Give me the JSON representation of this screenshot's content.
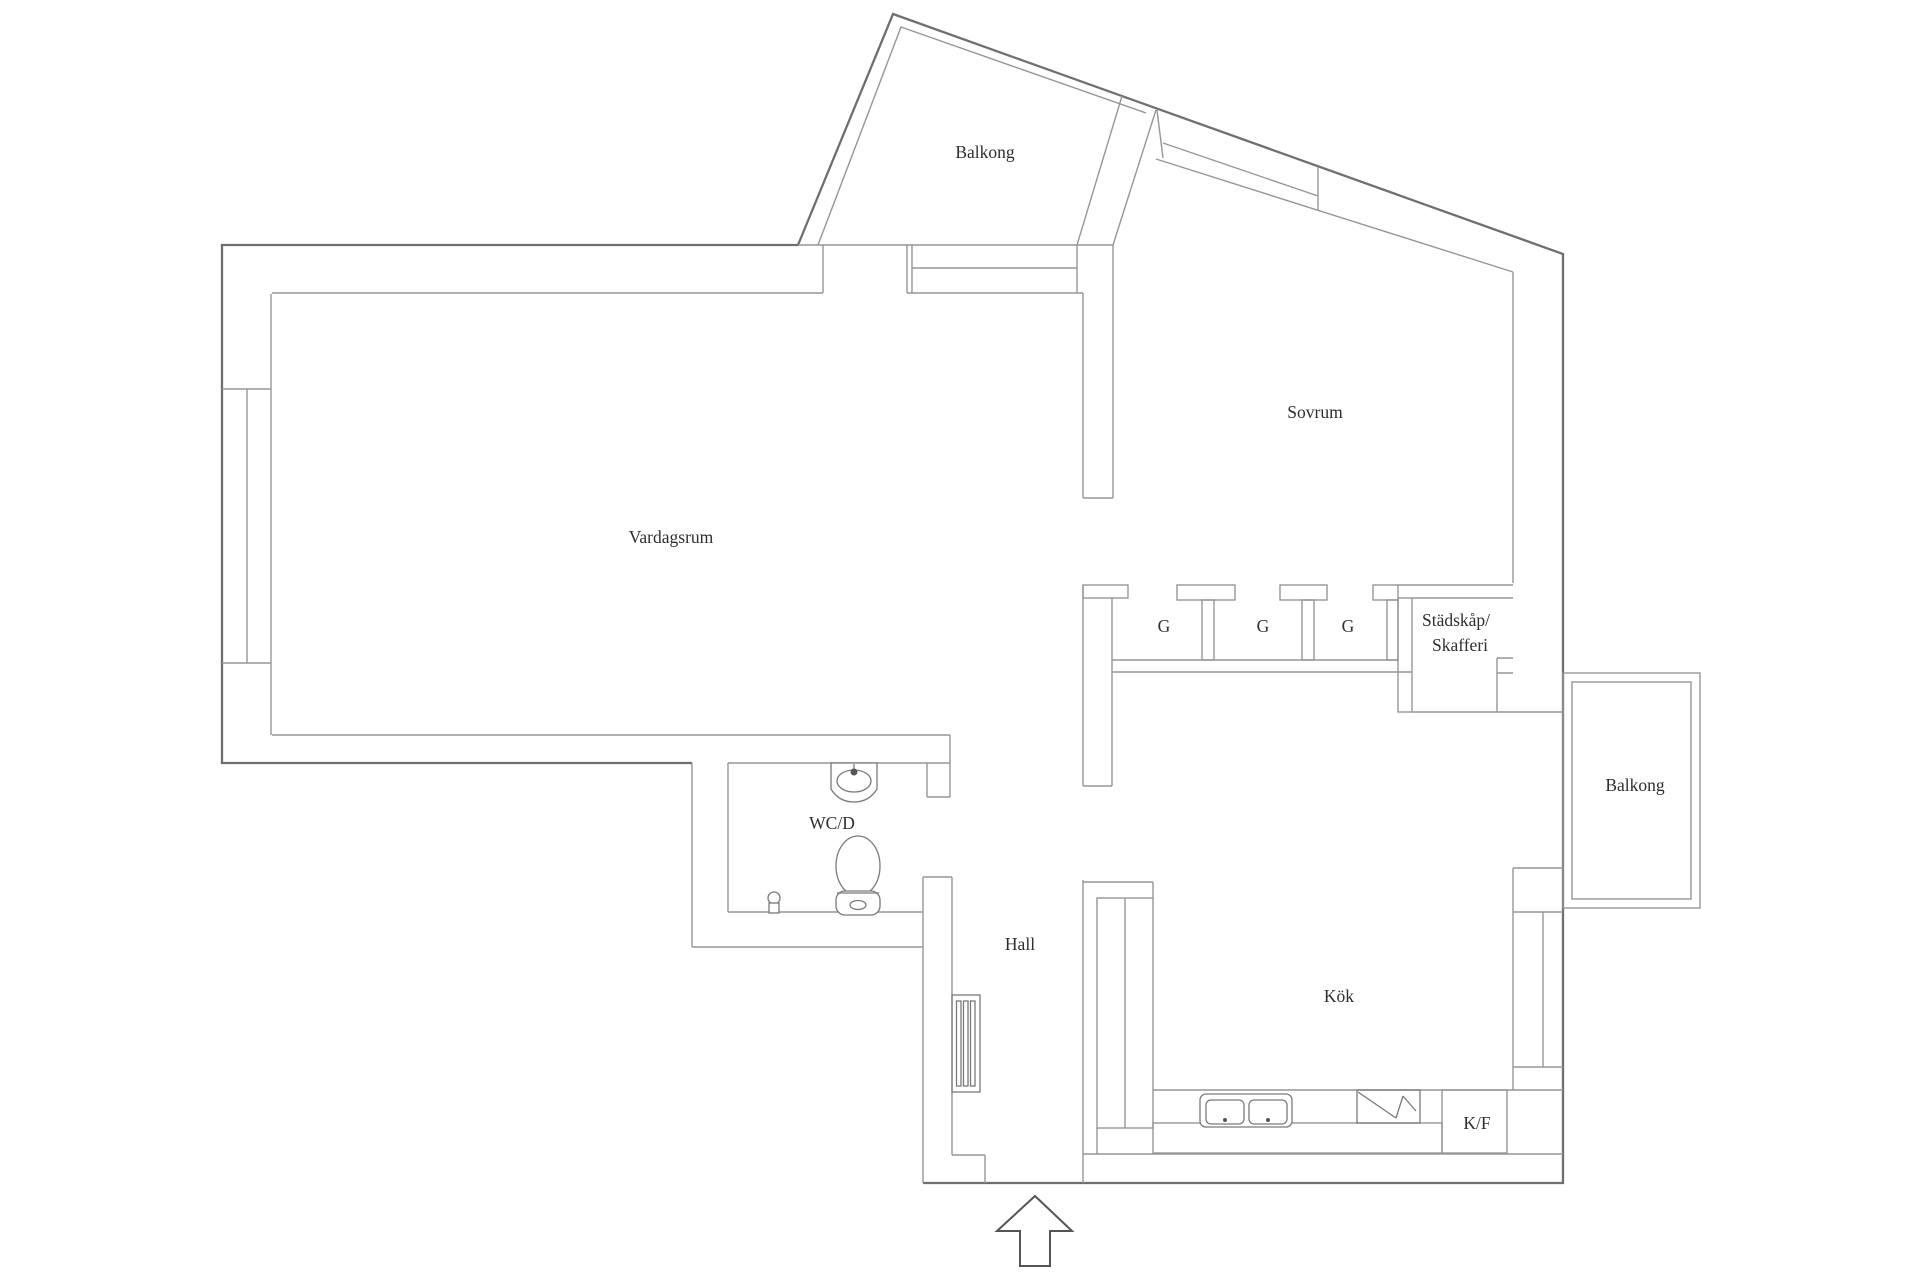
{
  "floor_plan": {
    "type": "apartment-floor-plan",
    "language": "Swedish",
    "colors": {
      "background": "#ffffff",
      "wall_thin": "#969696",
      "wall_outer": "#6f6f6f",
      "fixture": "#7a7a7a",
      "text": "#2e2e2e"
    },
    "labels": {
      "balkong_top": "Balkong",
      "sovrum": "Sovrum",
      "vardagsrum": "Vardagsrum",
      "wardrobes": [
        "G",
        "G",
        "G"
      ],
      "stadskap_line1": "Städskåp/",
      "stadskap_line2": "Skafferi",
      "wc": "WC/D",
      "hall": "Hall",
      "kok": "Kök",
      "kf": "K/F",
      "balkong_right": "Balkong"
    },
    "fixtures": [
      "wc-sink",
      "toilet",
      "floor-valve",
      "radiator",
      "kitchen-cabinets",
      "kitchen-counter",
      "kitchen-sink",
      "stove",
      "fridge-freezer"
    ],
    "entrance": "arrow-up-at-bottom"
  }
}
